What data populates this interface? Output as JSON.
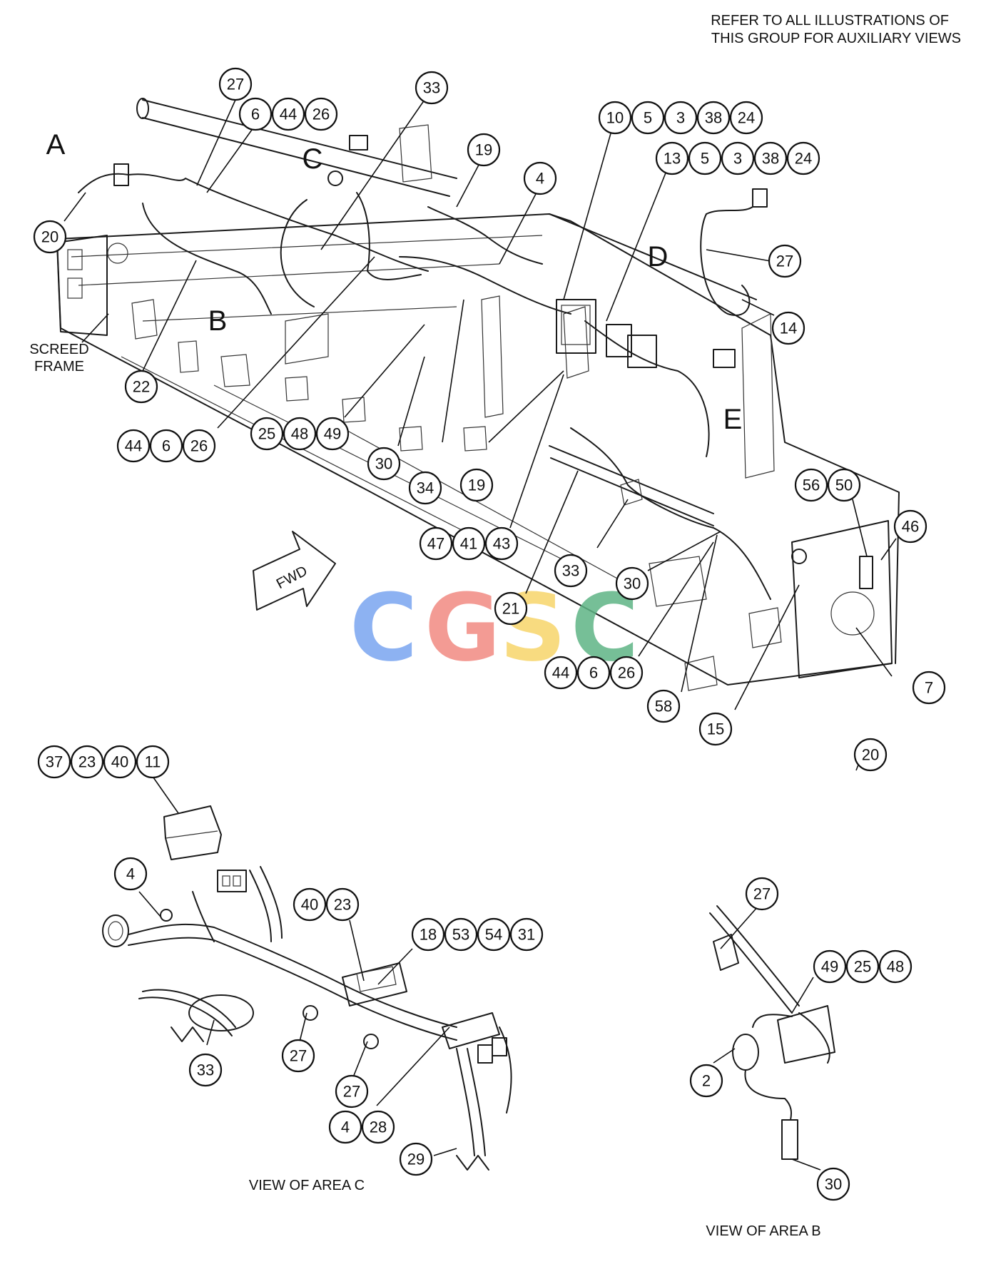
{
  "note": {
    "line1": "REFER TO ALL ILLUSTRATIONS OF",
    "line2": "THIS GROUP FOR AUXILIARY VIEWS"
  },
  "area_labels": [
    "A",
    "B",
    "C",
    "D",
    "E"
  ],
  "screed_label": {
    "line1": "SCREED",
    "line2": "FRAME"
  },
  "fwd_label": "FWD",
  "view_c_label": "VIEW OF AREA C",
  "view_b_label": "VIEW OF AREA B",
  "watermark": {
    "letters": [
      "C",
      "G",
      "S",
      "C"
    ],
    "colors": [
      "#7aa5f0",
      "#f28a82",
      "#f7d56a",
      "#5fb585"
    ]
  },
  "callouts": [
    {
      "id": "27"
    },
    {
      "id": "6"
    },
    {
      "id": "44"
    },
    {
      "id": "26"
    },
    {
      "id": "33"
    },
    {
      "id": "19"
    },
    {
      "id": "4"
    },
    {
      "id": "10"
    },
    {
      "id": "5"
    },
    {
      "id": "3"
    },
    {
      "id": "38"
    },
    {
      "id": "24"
    },
    {
      "id": "13"
    },
    {
      "id": "5"
    },
    {
      "id": "3"
    },
    {
      "id": "38"
    },
    {
      "id": "24"
    },
    {
      "id": "27"
    },
    {
      "id": "14"
    },
    {
      "id": "20"
    },
    {
      "id": "22"
    },
    {
      "id": "44"
    },
    {
      "id": "6"
    },
    {
      "id": "26"
    },
    {
      "id": "25"
    },
    {
      "id": "48"
    },
    {
      "id": "49"
    },
    {
      "id": "30"
    },
    {
      "id": "34"
    },
    {
      "id": "19"
    },
    {
      "id": "47"
    },
    {
      "id": "41"
    },
    {
      "id": "43"
    },
    {
      "id": "33"
    },
    {
      "id": "30"
    },
    {
      "id": "21"
    },
    {
      "id": "44"
    },
    {
      "id": "6"
    },
    {
      "id": "26"
    },
    {
      "id": "58"
    },
    {
      "id": "15"
    },
    {
      "id": "20"
    },
    {
      "id": "7"
    },
    {
      "id": "56"
    },
    {
      "id": "50"
    },
    {
      "id": "46"
    },
    {
      "id": "37"
    },
    {
      "id": "23"
    },
    {
      "id": "40"
    },
    {
      "id": "11"
    },
    {
      "id": "4"
    },
    {
      "id": "40"
    },
    {
      "id": "23"
    },
    {
      "id": "18"
    },
    {
      "id": "53"
    },
    {
      "id": "54"
    },
    {
      "id": "31"
    },
    {
      "id": "33"
    },
    {
      "id": "27"
    },
    {
      "id": "27"
    },
    {
      "id": "4"
    },
    {
      "id": "28"
    },
    {
      "id": "29"
    },
    {
      "id": "27"
    },
    {
      "id": "49"
    },
    {
      "id": "25"
    },
    {
      "id": "48"
    },
    {
      "id": "2"
    },
    {
      "id": "30"
    }
  ]
}
